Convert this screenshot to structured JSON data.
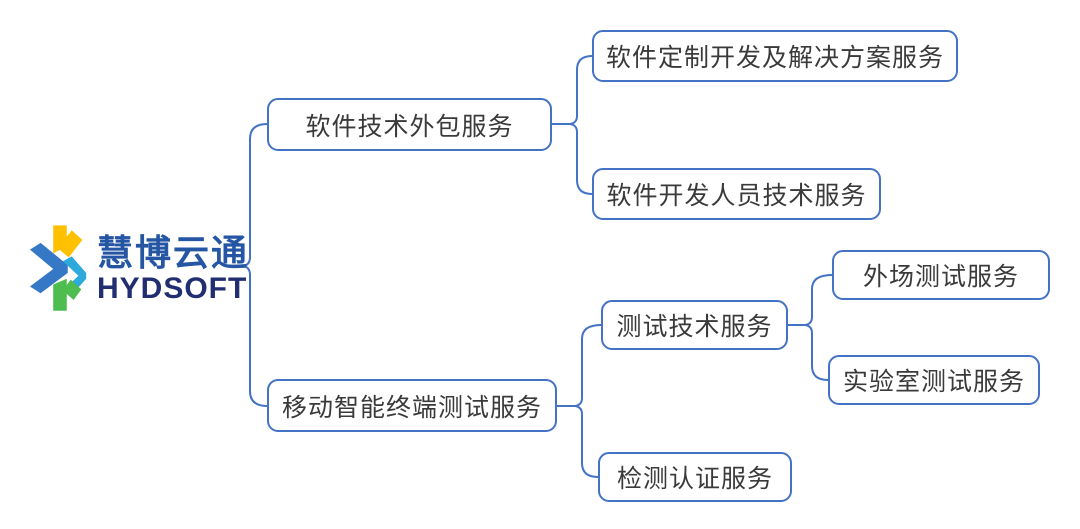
{
  "logo": {
    "company_name_zh": "慧博云通",
    "company_name_en": "HYDSOFT",
    "colors": {
      "name_zh": "#2456A4",
      "name_en": "#222E72",
      "icon_yellow": "#FFC000",
      "icon_blue": "#3579C6",
      "icon_teal": "#2EA9DC",
      "icon_green": "#4DBD4F"
    }
  },
  "diagram": {
    "type": "mindmap",
    "line_color": "#4472C4",
    "box_border_color": "#4472C4",
    "text_color": "#3a3a3a",
    "nodes": {
      "software_outsourcing": {
        "label": "软件技术外包服务"
      },
      "custom_dev": {
        "label": "软件定制开发及解决方案服务"
      },
      "dev_staff": {
        "label": "软件开发人员技术服务"
      },
      "mobile_testing": {
        "label": "移动智能终端测试服务"
      },
      "testing_tech": {
        "label": "测试技术服务"
      },
      "field_testing": {
        "label": "外场测试服务"
      },
      "lab_testing": {
        "label": "实验室测试服务"
      },
      "certification": {
        "label": "检测认证服务"
      }
    },
    "structure": [
      {
        "parent": "HYDSOFT 慧博云通",
        "children": [
          "软件技术外包服务",
          "移动智能终端测试服务"
        ]
      },
      {
        "parent": "软件技术外包服务",
        "children": [
          "软件定制开发及解决方案服务",
          "软件开发人员技术服务"
        ]
      },
      {
        "parent": "移动智能终端测试服务",
        "children": [
          "测试技术服务",
          "检测认证服务"
        ]
      },
      {
        "parent": "测试技术服务",
        "children": [
          "外场测试服务",
          "实验室测试服务"
        ]
      }
    ]
  }
}
